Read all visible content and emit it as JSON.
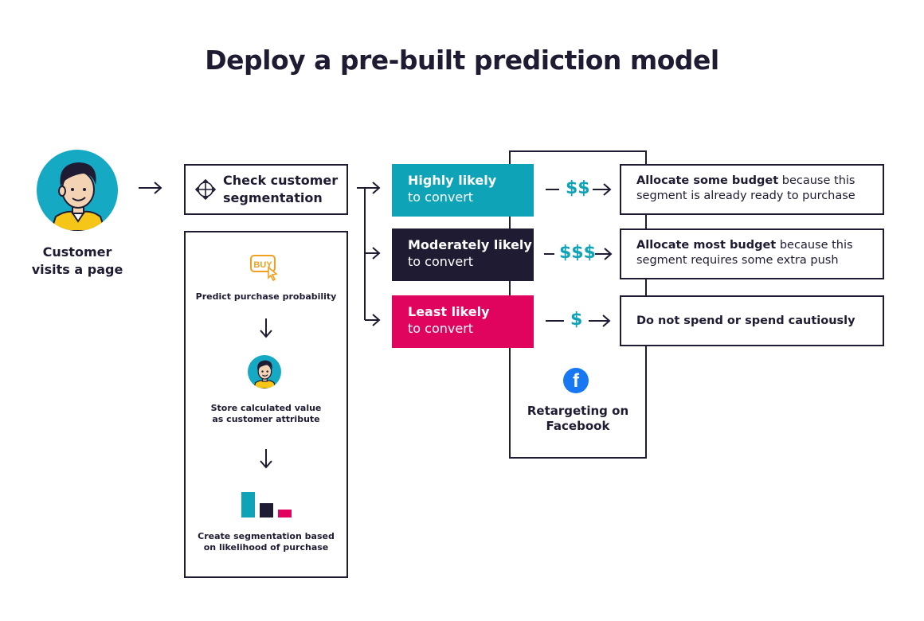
{
  "title": "Deploy a pre-built prediction model",
  "customer": {
    "label_line1": "Customer",
    "label_line2": "visits a page"
  },
  "segmentation": {
    "label_line1": "Check customer",
    "label_line2": "segmentation",
    "icon": "move-icon"
  },
  "process_steps": [
    {
      "icon": "buy-icon",
      "icon_text": "BUY",
      "line1": "Predict purchase probability",
      "line2": ""
    },
    {
      "icon": "avatar-icon",
      "line1": "Store calculated value",
      "line2": "as customer attribute"
    },
    {
      "icon": "bar-chart-icon",
      "line1": "Create segmentation based",
      "line2": "on likelihood of purchase"
    }
  ],
  "segments": [
    {
      "strong": "Highly likely",
      "sub": "to convert",
      "color": "#0fa3b8",
      "money": "$$",
      "alloc_bold": "Allocate some budget",
      "alloc_rest1": " because this",
      "alloc_line2": "segment is already ready to purchase"
    },
    {
      "strong": "Moderately likely",
      "sub": "to convert",
      "color": "#1e1b33",
      "money": "$$$",
      "alloc_bold": "Allocate most budget",
      "alloc_rest1": " because this",
      "alloc_line2": "segment requires some extra push"
    },
    {
      "strong": "Least likely",
      "sub": "to convert",
      "color": "#e0045f",
      "money": "$",
      "alloc_bold": "Do not spend or spend cautiously",
      "alloc_rest1": "",
      "alloc_line2": ""
    }
  ],
  "retargeting": {
    "icon": "facebook-icon",
    "icon_glyph": "f",
    "line1": "Retargeting on",
    "line2": "Facebook"
  },
  "colors": {
    "teal": "#0fa3b8",
    "navy": "#1e1b33",
    "pink": "#e0045f",
    "yellow": "#f5c518",
    "facebook": "#1877f2",
    "buy_orange": "#f0a01e"
  }
}
